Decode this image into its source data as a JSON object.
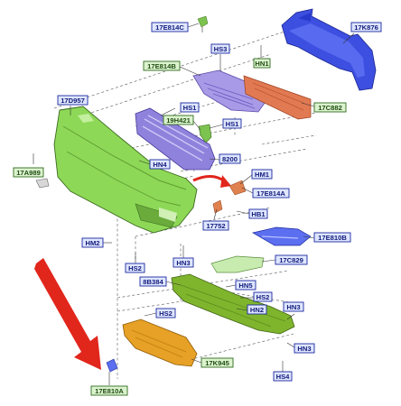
{
  "colors": {
    "blue_label_border": "#1b2a9e",
    "blue_label_fill": "#dfe6ff",
    "blue_label_text": "#101a7a",
    "green_label_border": "#2f6b1d",
    "green_label_fill": "#dcf3cf",
    "green_label_text": "#1e4c10",
    "arrow_red": "#e1261c",
    "grid_grey": "#555555"
  },
  "labels": {
    "L_17E814C": "17E814C",
    "L_17K876": "17K876",
    "L_HS3": "HS3",
    "L_HN1": "HN1",
    "L_17E814B": "17E814B",
    "L_17D957": "17D957",
    "L_17C882": "17C882",
    "L_HS1a": "HS1",
    "L_19H421": "19H421",
    "L_HS1b": "HS1",
    "L_17A989": "17A989",
    "L_HN4": "HN4",
    "L_8200": "8200",
    "L_HM1": "HM1",
    "L_17E814A": "17E814A",
    "L_HB1": "HB1",
    "L_17752": "17752",
    "L_HM2": "HM2",
    "L_17E810B": "17E810B",
    "L_HS2a": "HS2",
    "L_HN3a": "HN3",
    "L_17C829": "17C829",
    "L_8B384": "8B384",
    "L_HN5": "HN5",
    "L_HS2b": "HS2",
    "L_HN2": "HN2",
    "L_HN3b": "HN3",
    "L_HS2c": "HS2",
    "L_HN3c": "HN3",
    "L_17K945": "17K945",
    "L_HS4": "HS4",
    "L_17E810A": "17E810A"
  },
  "icons": {
    "pointer": "red-arrow-icon"
  }
}
